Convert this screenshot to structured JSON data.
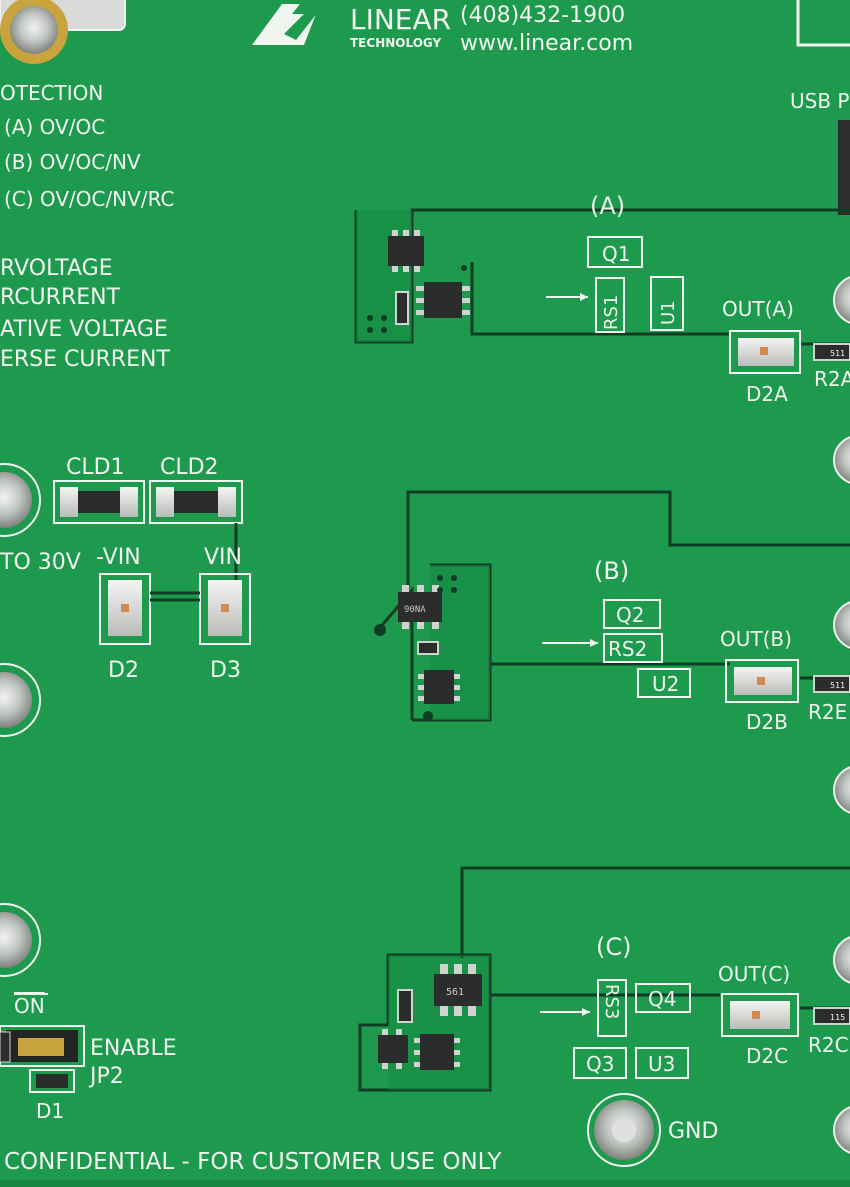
{
  "header": {
    "brand": "LINEAR",
    "brand_sub": "TECHNOLOGY",
    "phone": "(408)432-1900",
    "website": "www.linear.com"
  },
  "legend": {
    "title": "OTECTION",
    "items": [
      "(A) OV/OC",
      "(B) OV/OC/NV",
      "(C) OV/OC/NV/RC"
    ],
    "abbrev": [
      "RVOLTAGE",
      "RCURRENT",
      "ATIVE VOLTAGE",
      "ERSE CURRENT"
    ]
  },
  "top_right_label": "USB P",
  "left_block": {
    "cld1": "CLD1",
    "cld2": "CLD2",
    "range": "TO 30V",
    "neg_vin": "-VIN",
    "vin": "VIN",
    "d2": "D2",
    "d3": "D3"
  },
  "channels": [
    {
      "label": "(A)",
      "q": "Q1",
      "rs": "RS1",
      "u": "U1",
      "out": "OUT(A)",
      "led": "D2A",
      "res": "R2A",
      "res_code": "511"
    },
    {
      "label": "(B)",
      "q": "Q2",
      "rs": "RS2",
      "u": "U2",
      "out": "OUT(B)",
      "led": "D2B",
      "res": "R2E",
      "res_code": "511",
      "ic_mark": "90NA"
    },
    {
      "label": "(C)",
      "q": "Q3",
      "q2": "Q4",
      "rs": "RS3",
      "u": "U3",
      "out": "OUT(C)",
      "led": "D2C",
      "res": "R2C",
      "res_code": "115",
      "ic_mark": "561"
    }
  ],
  "jumper": {
    "on": "ON",
    "enable": "ENABLE",
    "name": "JP2",
    "diode": "D1"
  },
  "gnd": "GND",
  "footer": "CONFIDENTIAL - FOR CUSTOMER USE ONLY",
  "colors": {
    "pcb": "#1d9a4e",
    "silkscreen": "#f1f5ef",
    "trace": "#0f3d24",
    "chip": "#2a2d2c"
  }
}
